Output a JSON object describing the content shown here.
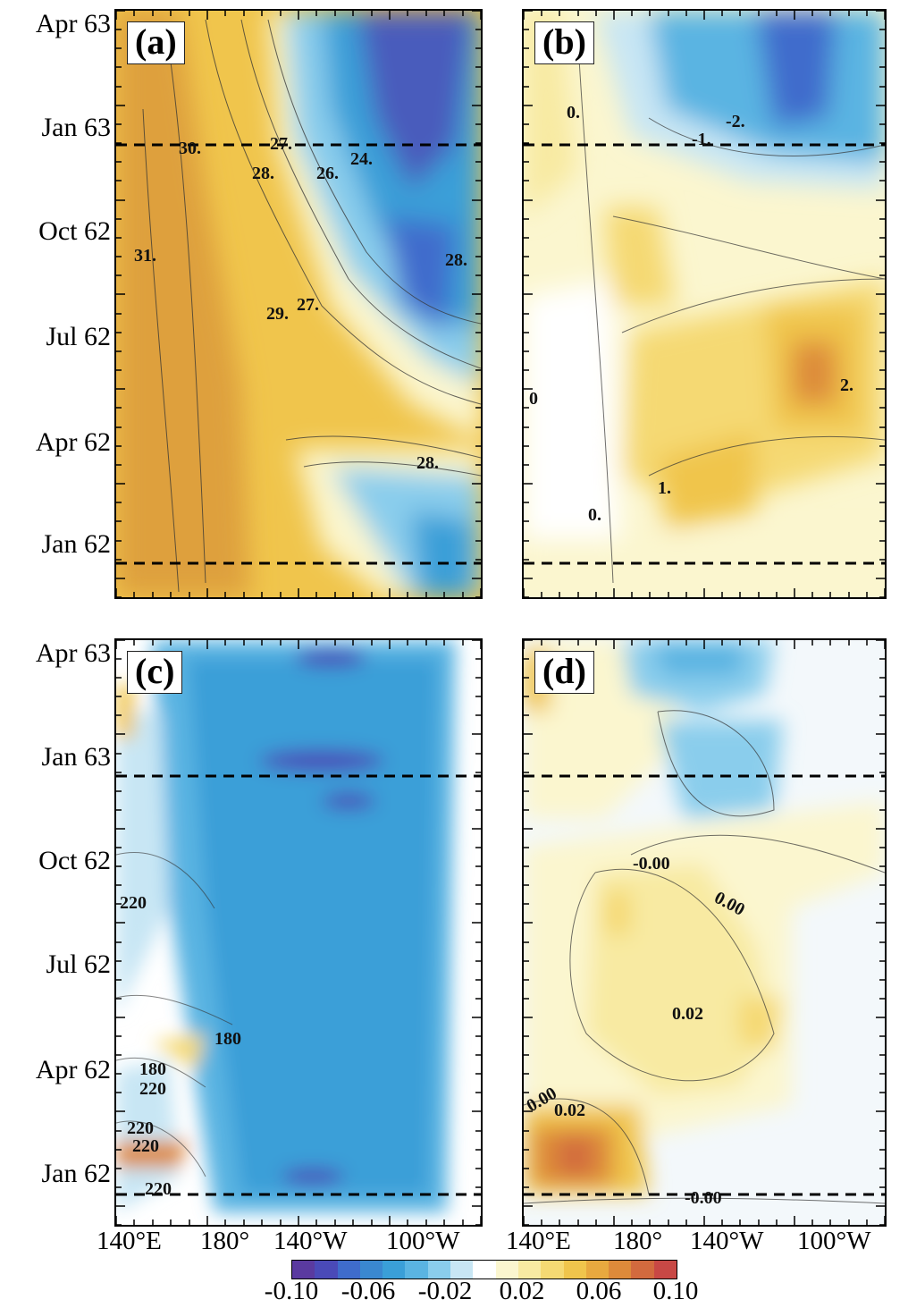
{
  "y_ticks": [
    "Apr 63",
    "Jan 63",
    "Oct 62",
    "Jul 62",
    "Apr 62",
    "Jan 62"
  ],
  "x_ticks": [
    "140°E",
    "180°",
    "140°W",
    "100°W"
  ],
  "panels": [
    {
      "label": "(a)",
      "contour_labels": [
        "30.",
        "31.",
        "27.",
        "28.",
        "26.",
        "24.",
        "28.",
        "29.",
        "27.",
        "28."
      ]
    },
    {
      "label": "(b)",
      "contour_labels": [
        "0.",
        "-1.",
        "-2.",
        "0",
        "2.",
        "1.",
        "0."
      ]
    },
    {
      "label": "(c)",
      "contour_labels": [
        "220",
        "180",
        "180",
        "220",
        "220",
        "220",
        "220"
      ]
    },
    {
      "label": "(d)",
      "contour_labels": [
        "-0.00",
        "0.00",
        "0.02",
        "0.00",
        "0.02",
        "-0.00"
      ]
    }
  ],
  "colorbar": {
    "tick_labels": [
      "-0.10",
      "-0.06",
      "-0.02",
      "0.02",
      "0.06",
      "0.10"
    ],
    "colors": [
      "#5a3aa0",
      "#4a4ab8",
      "#3f6ccc",
      "#3a88d0",
      "#3a9fd8",
      "#5ab4e2",
      "#8acdec",
      "#c8e6f4",
      "#ffffff",
      "#fbf6cf",
      "#f8eaa2",
      "#f5d973",
      "#f0c54c",
      "#e8a93f",
      "#dd8a3a",
      "#d26a3e",
      "#c84845"
    ]
  },
  "chart_data": [
    {
      "type": "heatmap",
      "panel": "(a)",
      "x": [
        "140°E",
        "180°",
        "140°W",
        "100°W"
      ],
      "y": [
        "Jan 62",
        "Apr 62",
        "Jul 62",
        "Oct 62",
        "Jan 63",
        "Apr 63"
      ],
      "reference_lines": [
        "Jan 62",
        "Jan 63"
      ],
      "contour_levels": [
        24,
        26,
        27,
        28,
        29,
        30,
        31
      ],
      "notes": "warm pool (30-31) in west; cold tongue (24-27) in east from Jul 62 onward"
    },
    {
      "type": "heatmap",
      "panel": "(b)",
      "x": [
        "140°E",
        "180°",
        "140°W",
        "100°W"
      ],
      "y": [
        "Jan 62",
        "Apr 62",
        "Jul 62",
        "Oct 62",
        "Jan 63",
        "Apr 63"
      ],
      "reference_lines": [
        "Jan 62",
        "Jan 63"
      ],
      "contour_levels": [
        -2,
        -1,
        0,
        1,
        2
      ],
      "notes": "positive anomalies (up to 2) in 1962, negative (down to -2) in east by Jan 63"
    },
    {
      "type": "heatmap",
      "panel": "(c)",
      "x": [
        "140°E",
        "180°",
        "140°W",
        "100°W"
      ],
      "y": [
        "Jan 62",
        "Apr 62",
        "Jul 62",
        "Oct 62",
        "Jan 63",
        "Apr 63"
      ],
      "reference_lines": [
        "Jan 62",
        "Jan 63"
      ],
      "contour_levels": [
        180,
        220
      ],
      "value_range": [
        -0.1,
        0.1
      ],
      "notes": "predominantly negative values (-0.02 to -0.10) across central Pacific"
    },
    {
      "type": "heatmap",
      "panel": "(d)",
      "x": [
        "140°E",
        "180°",
        "140°W",
        "100°W"
      ],
      "y": [
        "Jan 62",
        "Apr 62",
        "Jul 62",
        "Oct 62",
        "Jan 63",
        "Apr 63"
      ],
      "reference_lines": [
        "Jan 62",
        "Jan 63"
      ],
      "contour_levels": [
        0.0,
        0.02
      ],
      "value_range": [
        -0.1,
        0.1
      ],
      "notes": "positive maximum near 140°E Jan 62, weak negative in east early 1963"
    }
  ]
}
